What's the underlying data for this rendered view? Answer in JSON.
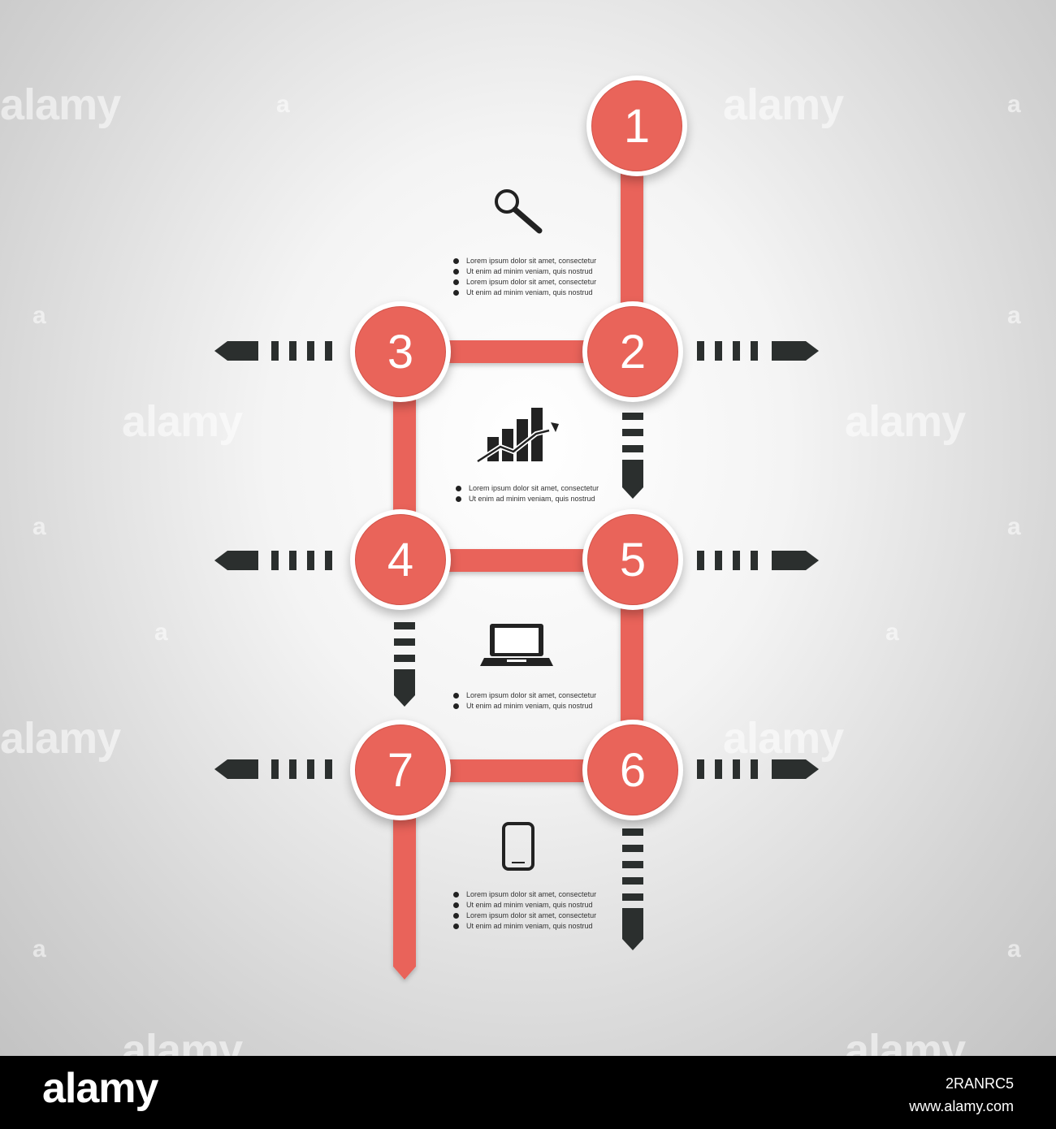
{
  "steps": [
    "1",
    "2",
    "3",
    "4",
    "5",
    "6",
    "7"
  ],
  "text_blocks": [
    [
      "Lorem ipsum dolor sit amet, consectetur",
      "Ut enim ad minim veniam, quis nostrud",
      "Lorem ipsum dolor sit amet, consectetur",
      "Ut enim ad minim veniam, quis nostrud"
    ],
    [
      "Lorem ipsum dolor sit amet, consectetur",
      "Ut enim ad minim veniam, quis nostrud"
    ],
    [
      "Lorem ipsum dolor sit amet, consectetur",
      "Ut enim ad minim veniam, quis nostrud"
    ],
    [
      "Lorem ipsum dolor sit amet, consectetur",
      "Ut enim ad minim veniam, quis nostrud",
      "Lorem ipsum dolor sit amet, consectetur",
      "Ut enim ad minim veniam, quis nostrud"
    ]
  ],
  "icons": [
    "search-icon",
    "growth-chart-icon",
    "laptop-icon",
    "smartphone-icon"
  ],
  "watermark": {
    "brand": "alamy",
    "letter": "a"
  },
  "footer": {
    "logo": "alamy",
    "image_id": "2RANRC5",
    "url": "www.alamy.com"
  },
  "colors": {
    "accent": "#e9645a",
    "dark": "#2b2f2e",
    "footer_bg": "#000000"
  }
}
